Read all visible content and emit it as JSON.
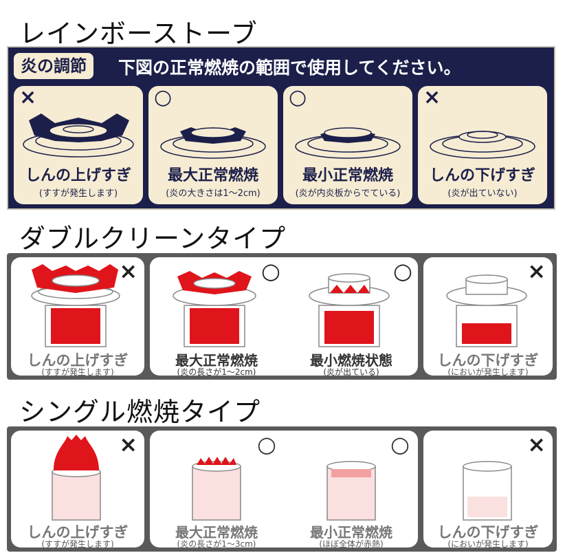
{
  "sections": [
    {
      "title": "レインボーストーブ",
      "tag": "炎の調節",
      "banner": "下図の正常燃焼の範囲で使用してください。",
      "panels": [
        {
          "mark": "×",
          "label": "しんの上げすぎ",
          "sub": "(すすが発生します)"
        },
        {
          "mark": "○",
          "label": "最大正常燃焼",
          "sub": "(炎の大きさは1～2cm)"
        },
        {
          "mark": "○",
          "label": "最小正常燃焼",
          "sub": "(炎が内炎板からでている)"
        },
        {
          "mark": "×",
          "label": "しんの下げすぎ",
          "sub": "(炎が出ていない)"
        }
      ]
    },
    {
      "title": "ダブルクリーンタイプ",
      "panels": [
        {
          "mark": "×",
          "label": "しんの上げすぎ",
          "sub": "(すすが発生します)"
        },
        {
          "mark": "○",
          "label": "最大正常燃焼",
          "sub": "(炎の長さが1～2cm)"
        },
        {
          "mark": "○",
          "label": "最小燃焼状態",
          "sub": "(炎が出ている)"
        },
        {
          "mark": "×",
          "label": "しんの下げすぎ",
          "sub": "(においが発生します)"
        }
      ]
    },
    {
      "title": "シングル燃焼タイプ",
      "panels": [
        {
          "mark": "×",
          "label": "しんの上げすぎ",
          "sub": "(すすが発生します)"
        },
        {
          "mark": "○",
          "label": "最大正常燃焼",
          "sub": "(炎の長さが1～3cm)"
        },
        {
          "mark": "○",
          "label": "最小正常燃焼",
          "sub": "(ほぼ全体が赤熱)"
        },
        {
          "mark": "×",
          "label": "しんの下げすぎ",
          "sub": "(においが発生します)"
        }
      ]
    }
  ],
  "colors": {
    "navy": "#1c1f4a",
    "cream": "#f6ecd3",
    "flame_red": "#e0141b",
    "strip_gray": "#5a5a5a",
    "panel_white": "#ffffff",
    "label_gray": "#777777"
  }
}
